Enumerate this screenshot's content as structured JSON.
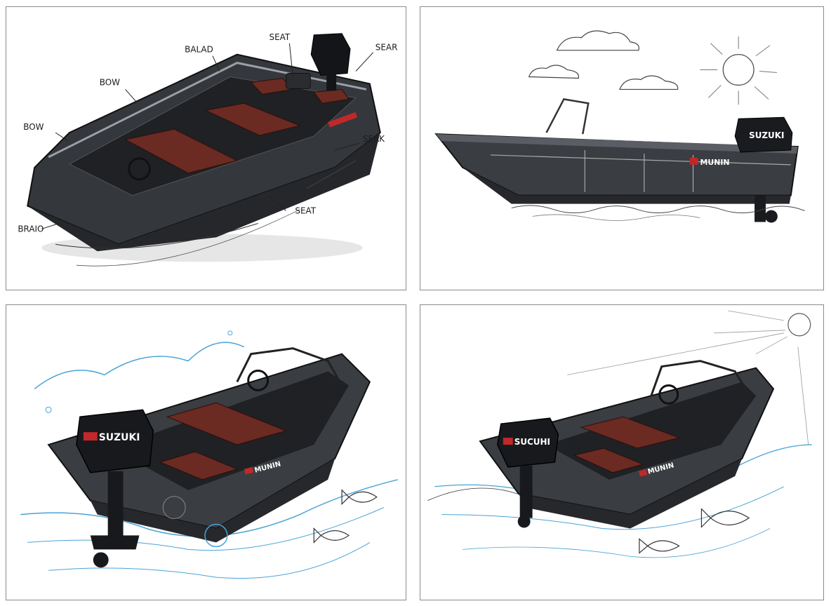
{
  "panels": {
    "p1": {
      "labels": {
        "seat_top": "SEAT",
        "balad": "BALAD",
        "sear": "SEAR",
        "bow_upper": "BOW",
        "bow_lower": "BOW",
        "seak": "SEAK",
        "seat_bottom": "SEAT",
        "braio": "BRAIO"
      }
    },
    "p2": {
      "motor_brand": "SUZUKI",
      "hull_decal": "MUNIN"
    },
    "p3": {
      "motor_brand": "SUZUKI",
      "hull_decal": "MUNIN"
    },
    "p4": {
      "motor_brand": "SUCUHI",
      "hull_decal": "MUNIN"
    }
  },
  "colors": {
    "hull": "#3a3d42",
    "hull_dark": "#26282c",
    "wood": "#6b2a22",
    "water_blue": "#4aa3d6",
    "sketch": "#2a2a2a",
    "accent_red": "#c0282a"
  }
}
